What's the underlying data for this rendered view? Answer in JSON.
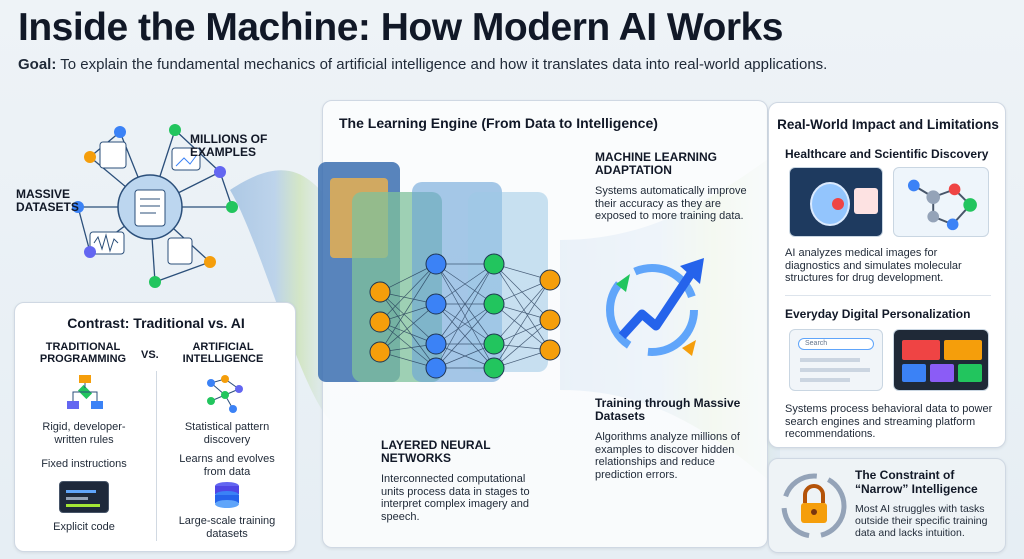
{
  "header": {
    "title": "Inside the Machine: How Modern AI Works",
    "goal_label": "Goal:",
    "goal_text": "To explain the fundamental mechanics of artificial intelligence and how it translates data into real-world applications."
  },
  "data_cluster": {
    "label_massive": "MASSIVE DATASETS",
    "label_millions": "MILLIONS OF EXAMPLES"
  },
  "contrast": {
    "title": "Contrast: Traditional vs. AI",
    "vs": "VS.",
    "traditional_heading": "TRADITIONAL PROGRAMMING",
    "ai_heading": "ARTIFICIAL INTELLIGENCE",
    "trad_items": [
      "Rigid, developer-written rules",
      "Fixed instructions",
      "Explicit code"
    ],
    "ai_items": [
      "Statistical pattern discovery",
      "Learns and evolves from data",
      "Large-scale training datasets"
    ]
  },
  "engine": {
    "title": "The Learning Engine (From Data to Intelligence)",
    "ml_heading": "MACHINE LEARNING ADAPTATION",
    "ml_text": "Systems automatically improve their accuracy as they are exposed to more training data.",
    "layered_heading": "LAYERED NEURAL NETWORKS",
    "layered_text": "Interconnected computational units process data in stages to interpret complex imagery and speech.",
    "training_heading": "Training through Massive Datasets",
    "training_text": "Algorithms analyze millions of examples to discover hidden relationships and reduce prediction errors."
  },
  "impact": {
    "title": "Real-World Impact and Limitations",
    "health_heading": "Healthcare and Scientific Discovery",
    "health_text": "AI analyzes medical images for diagnostics and simulates molecular structures for drug development.",
    "personal_heading": "Everyday Digital Personalization",
    "personal_text": "Systems process behavioral data to power search engines and streaming platform recommendations.",
    "search_placeholder": "Search"
  },
  "constraint": {
    "heading": "The Constraint of “Narrow” Intelligence",
    "text": "Most AI struggles with tasks outside their specific training data and lacks intuition."
  },
  "colors": {
    "accent_blue": "#3b82f6",
    "accent_green": "#22c55e",
    "accent_orange": "#f59e0b",
    "accent_purple": "#6366f1"
  }
}
